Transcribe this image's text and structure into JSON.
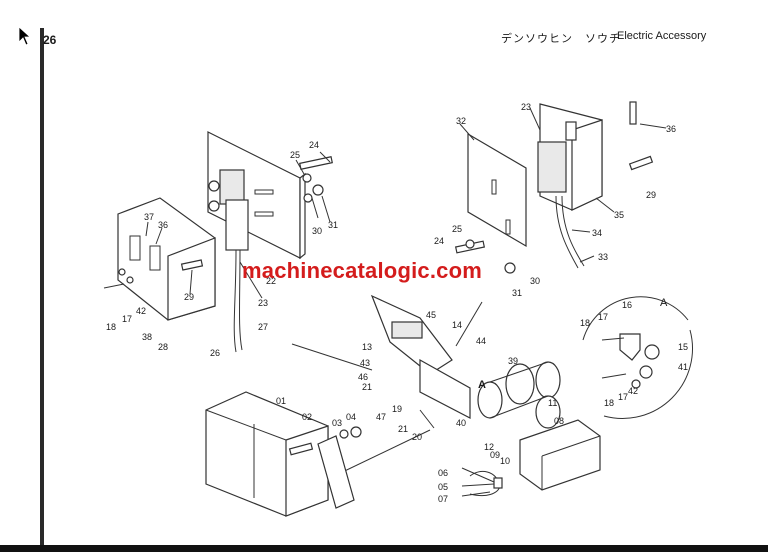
{
  "page": {
    "number": "26",
    "title_jp": "デンソウヒン　ソウチ",
    "title_en": "Electric Accessory",
    "watermark": "machinecatalogic.com"
  },
  "callouts": [
    {
      "id": "c-24a",
      "text": "24"
    },
    {
      "id": "c-25a",
      "text": "25"
    },
    {
      "id": "c-31a",
      "text": "31"
    },
    {
      "id": "c-30a",
      "text": "30"
    },
    {
      "id": "c-37",
      "text": "37"
    },
    {
      "id": "c-36a",
      "text": "36"
    },
    {
      "id": "c-29a",
      "text": "29"
    },
    {
      "id": "c-22",
      "text": "22"
    },
    {
      "id": "c-23a",
      "text": "23"
    },
    {
      "id": "c-18a",
      "text": "18"
    },
    {
      "id": "c-17a",
      "text": "17"
    },
    {
      "id": "c-42a",
      "text": "42"
    },
    {
      "id": "c-38",
      "text": "38"
    },
    {
      "id": "c-28",
      "text": "28"
    },
    {
      "id": "c-27",
      "text": "27"
    },
    {
      "id": "c-26",
      "text": "26"
    },
    {
      "id": "c-32",
      "text": "32"
    },
    {
      "id": "c-23b",
      "text": "23"
    },
    {
      "id": "c-36b",
      "text": "36"
    },
    {
      "id": "c-29b",
      "text": "29"
    },
    {
      "id": "c-35",
      "text": "35"
    },
    {
      "id": "c-34",
      "text": "34"
    },
    {
      "id": "c-33",
      "text": "33"
    },
    {
      "id": "c-25b",
      "text": "25"
    },
    {
      "id": "c-24b",
      "text": "24"
    },
    {
      "id": "c-30b",
      "text": "30"
    },
    {
      "id": "c-31b",
      "text": "31"
    },
    {
      "id": "c-A1",
      "text": "A"
    },
    {
      "id": "c-16",
      "text": "16"
    },
    {
      "id": "c-18b",
      "text": "18"
    },
    {
      "id": "c-17b",
      "text": "17"
    },
    {
      "id": "c-15",
      "text": "15"
    },
    {
      "id": "c-41",
      "text": "41"
    },
    {
      "id": "c-42b",
      "text": "42"
    },
    {
      "id": "c-18c",
      "text": "18"
    },
    {
      "id": "c-17c",
      "text": "17"
    },
    {
      "id": "c-45",
      "text": "45"
    },
    {
      "id": "c-14",
      "text": "14"
    },
    {
      "id": "c-44",
      "text": "44"
    },
    {
      "id": "c-13",
      "text": "13"
    },
    {
      "id": "c-43",
      "text": "43"
    },
    {
      "id": "c-46",
      "text": "46"
    },
    {
      "id": "c-21a",
      "text": "21"
    },
    {
      "id": "c-39",
      "text": "39"
    },
    {
      "id": "c-A2",
      "text": "A"
    },
    {
      "id": "c-11",
      "text": "11"
    },
    {
      "id": "c-01",
      "text": "01"
    },
    {
      "id": "c-02",
      "text": "02"
    },
    {
      "id": "c-03",
      "text": "03"
    },
    {
      "id": "c-04",
      "text": "04"
    },
    {
      "id": "c-47",
      "text": "47"
    },
    {
      "id": "c-19",
      "text": "19"
    },
    {
      "id": "c-21b",
      "text": "21"
    },
    {
      "id": "c-20",
      "text": "20"
    },
    {
      "id": "c-40",
      "text": "40"
    },
    {
      "id": "c-12",
      "text": "12"
    },
    {
      "id": "c-09",
      "text": "09"
    },
    {
      "id": "c-10",
      "text": "10"
    },
    {
      "id": "c-08",
      "text": "08"
    },
    {
      "id": "c-06",
      "text": "06"
    },
    {
      "id": "c-05",
      "text": "05"
    },
    {
      "id": "c-07",
      "text": "07"
    }
  ]
}
